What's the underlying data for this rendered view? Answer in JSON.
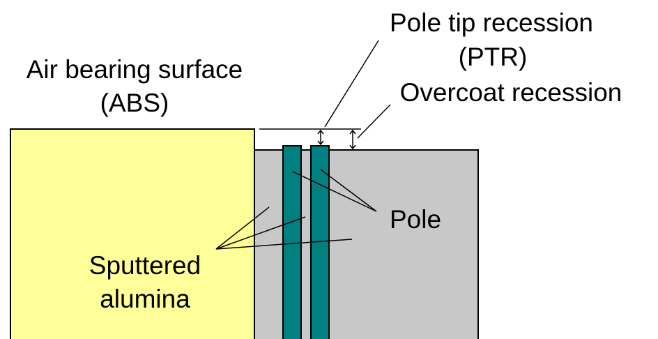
{
  "labels": {
    "abs_line1": "Air bearing surface",
    "abs_line2": "(ABS)",
    "ptr_line1": "Pole tip recession",
    "ptr_line2": "(PTR)",
    "overcoat": "Overcoat recession",
    "pole": "Pole",
    "alumina_line1": "Sputtered",
    "alumina_line2": "alumina"
  },
  "colors": {
    "slider": "#ffff99",
    "alumina": "#c8c8c8",
    "pole": "#008080",
    "outline": "#000000"
  }
}
